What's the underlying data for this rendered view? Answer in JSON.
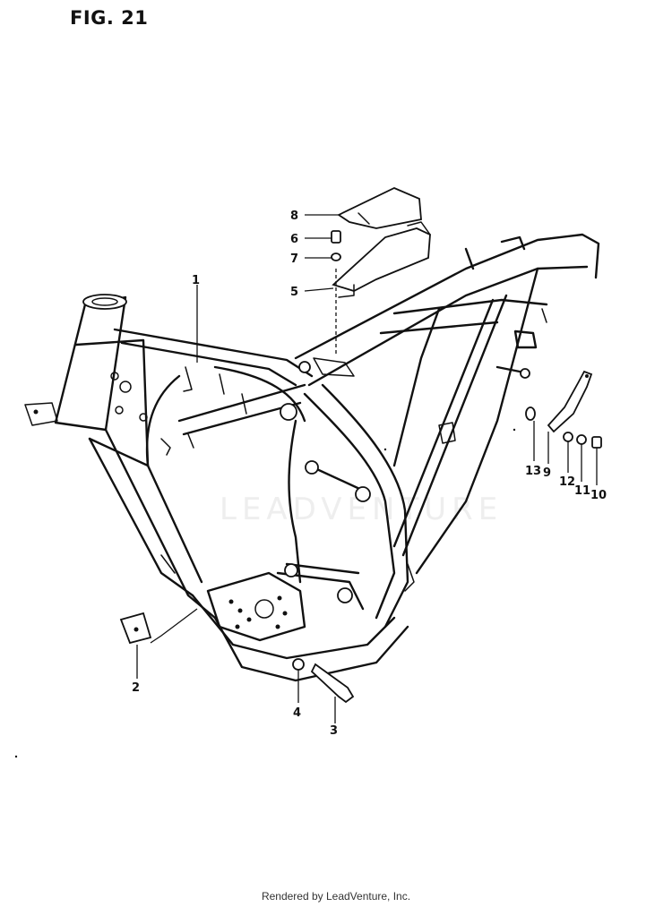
{
  "figure": {
    "title": "FIG. 21"
  },
  "callouts": [
    {
      "id": "1",
      "text": "1"
    },
    {
      "id": "2",
      "text": "2"
    },
    {
      "id": "3",
      "text": "3"
    },
    {
      "id": "4",
      "text": "4"
    },
    {
      "id": "5",
      "text": "5"
    },
    {
      "id": "6",
      "text": "6"
    },
    {
      "id": "7",
      "text": "7"
    },
    {
      "id": "8",
      "text": "8"
    },
    {
      "id": "9",
      "text": "9"
    },
    {
      "id": "10",
      "text": "10"
    },
    {
      "id": "11",
      "text": "11"
    },
    {
      "id": "12",
      "text": "12"
    },
    {
      "id": "13",
      "text": "13"
    }
  ],
  "watermark": "LEADVENTURE",
  "footer": "Rendered by LeadVenture, Inc."
}
